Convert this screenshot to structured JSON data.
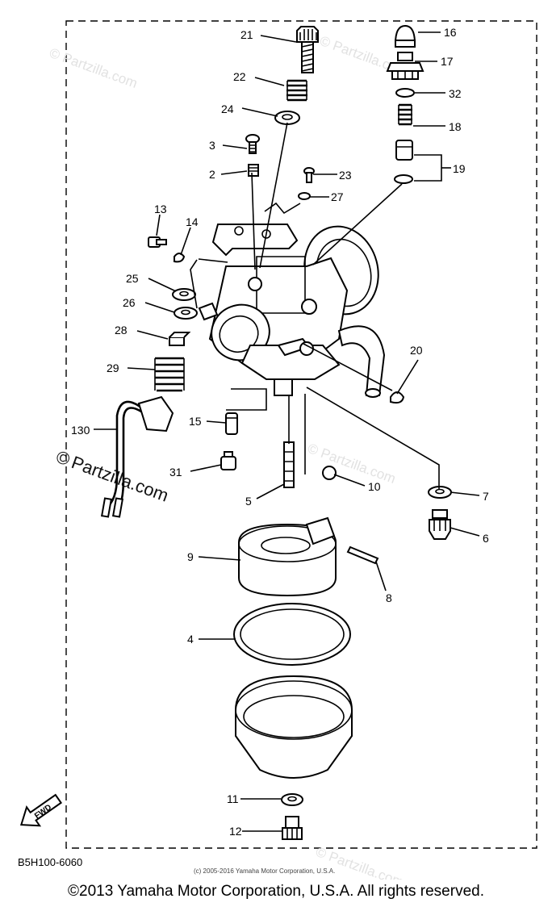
{
  "diagram": {
    "callouts": [
      {
        "id": "c21",
        "label": "21"
      },
      {
        "id": "c22",
        "label": "22"
      },
      {
        "id": "c24",
        "label": "24"
      },
      {
        "id": "c3",
        "label": "3"
      },
      {
        "id": "c2",
        "label": "2"
      },
      {
        "id": "c23",
        "label": "23"
      },
      {
        "id": "c27",
        "label": "27"
      },
      {
        "id": "c16",
        "label": "16"
      },
      {
        "id": "c17",
        "label": "17"
      },
      {
        "id": "c32",
        "label": "32"
      },
      {
        "id": "c18",
        "label": "18"
      },
      {
        "id": "c19",
        "label": "19"
      },
      {
        "id": "c13",
        "label": "13"
      },
      {
        "id": "c14",
        "label": "14"
      },
      {
        "id": "c25",
        "label": "25"
      },
      {
        "id": "c26",
        "label": "26"
      },
      {
        "id": "c28",
        "label": "28"
      },
      {
        "id": "c29",
        "label": "29"
      },
      {
        "id": "c20",
        "label": "20"
      },
      {
        "id": "c15",
        "label": "15"
      },
      {
        "id": "c130",
        "label": "130"
      },
      {
        "id": "c31",
        "label": "31"
      },
      {
        "id": "c5",
        "label": "5"
      },
      {
        "id": "c10",
        "label": "10"
      },
      {
        "id": "c7",
        "label": "7"
      },
      {
        "id": "c6",
        "label": "6"
      },
      {
        "id": "c9",
        "label": "9"
      },
      {
        "id": "c8",
        "label": "8"
      },
      {
        "id": "c4",
        "label": "4"
      },
      {
        "id": "c11",
        "label": "11"
      },
      {
        "id": "c12",
        "label": "12"
      }
    ],
    "fwd_label": "FWD",
    "diagram_code": "B5H100-6060",
    "watermark": "Partzilla.com",
    "watermark_mark": "©",
    "small_copyright": "(c) 2005-2016 Yamaha Motor Corporation, U.S.A."
  },
  "footer": {
    "copyright": "©2013 Yamaha Motor Corporation, U.S.A. All rights reserved."
  }
}
